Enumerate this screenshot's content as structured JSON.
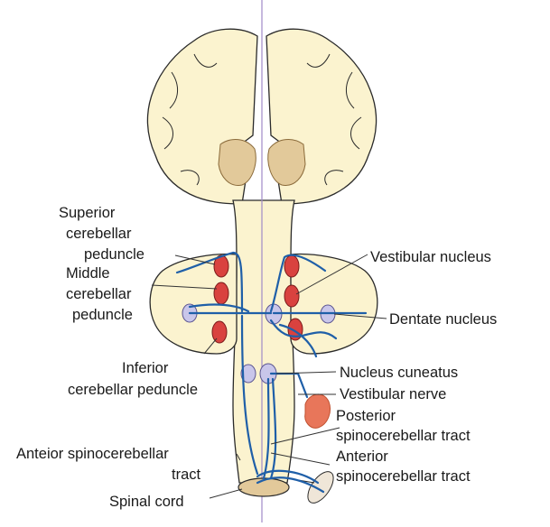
{
  "labels": {
    "superior_peduncle": [
      "Superior",
      "cerebellar",
      "peduncle"
    ],
    "middle_peduncle": [
      "Middle",
      "cerebellar",
      "peduncle"
    ],
    "inferior_peduncle": [
      "Inferior",
      "cerebellar peduncle"
    ],
    "anterior_tract_left": [
      "Anteior spinocerebellar",
      "tract"
    ],
    "spinal_cord": "Spinal cord",
    "vestibular_nucleus": "Vestibular nucleus",
    "dentate_nucleus": "Dentate nucleus",
    "nucleus_cuneatus": "Nucleus cuneatus",
    "vestibular_nerve": "Vestibular nerve",
    "posterior_tract": [
      "Posterior",
      "spinocerebellar tract"
    ],
    "anterior_tract_right": [
      "Anterior",
      "spinocerebellar tract"
    ]
  },
  "colors": {
    "tissue": "#fbf3cf",
    "tissue_outline": "#2a2a2a",
    "deep_nuclei": "#e2c99a",
    "pathway": "#1f5fa8",
    "peduncle_red": "#d9423f",
    "nucleus_lavender": "#c9c6ea",
    "midline": "#a08ac8",
    "ear": "#e8765a"
  }
}
